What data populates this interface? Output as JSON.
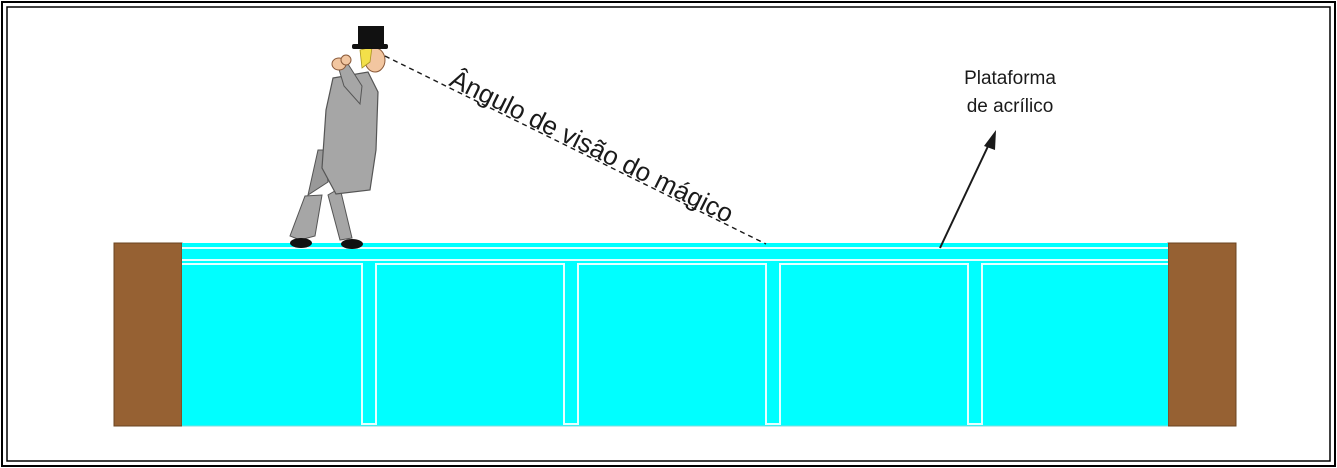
{
  "diagram": {
    "sight_label": "Ângulo de visão do mágico",
    "platform_label_line1": "Plataforma",
    "platform_label_line2": "de acrílico"
  },
  "colors": {
    "wood": "#966133",
    "acrylic": "#00ffff",
    "acrylic_outline": "#e6ffff",
    "suit": "#a6a6a6",
    "hat": "#111111",
    "skin": "#f2c6a0",
    "hair": "#f3e04a",
    "frame": "#000000"
  }
}
